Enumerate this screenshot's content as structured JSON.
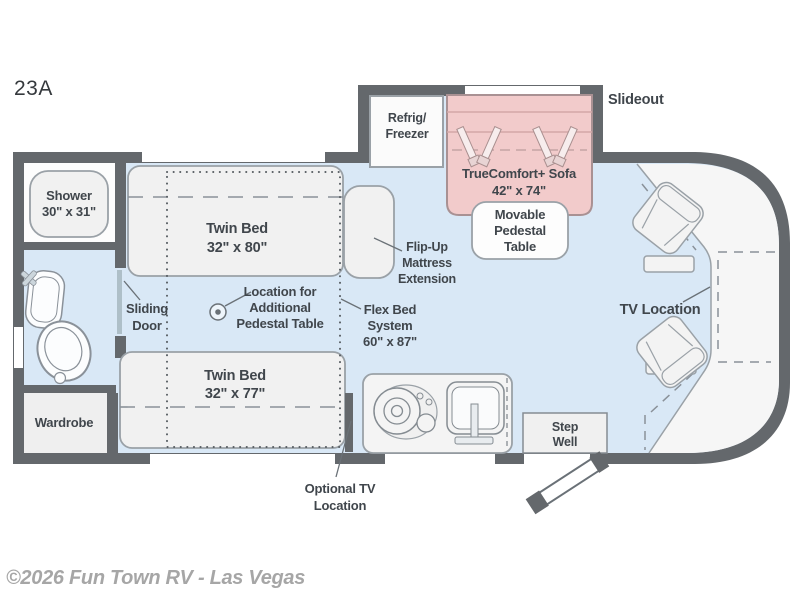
{
  "model": "23A",
  "slideout_label": "Slideout",
  "watermark": "©2026 Fun Town RV - Las Vegas",
  "colors": {
    "wall": "#64686c",
    "floor": "#d9e8f6",
    "furniture": "#f1f1f1",
    "sofa": "#f2cbcb",
    "cab_area": "#f6f6f6",
    "text": "#40464c",
    "watermark": "#a6a6a6"
  },
  "labels": {
    "shower": {
      "l1": "Shower",
      "l2": "30\" x 31\""
    },
    "twin_top": {
      "l1": "Twin Bed",
      "l2": "32\" x 80\""
    },
    "refrig": {
      "l1": "Refrig/",
      "l2": "Freezer"
    },
    "sofa": {
      "l1": "TrueComfort+ Sofa",
      "l2": "42\" x 74\""
    },
    "movable_table": {
      "l1": "Movable",
      "l2": "Pedestal",
      "l3": "Table"
    },
    "flip_up": {
      "l1": "Flip-Up",
      "l2": "Mattress",
      "l3": "Extension"
    },
    "sliding_door": {
      "l1": "Sliding",
      "l2": "Door"
    },
    "pedestal_location": {
      "l1": "Location for",
      "l2": "Additional",
      "l3": "Pedestal Table"
    },
    "flex_bed": {
      "l1": "Flex Bed",
      "l2": "System",
      "l3": "60\" x 87\""
    },
    "tv_location": "TV Location",
    "twin_bottom": {
      "l1": "Twin Bed",
      "l2": "32\" x 77\""
    },
    "wardrobe": "Wardrobe",
    "step_well": {
      "l1": "Step",
      "l2": "Well"
    },
    "optional_tv": {
      "l1": "Optional TV",
      "l2": "Location"
    }
  }
}
